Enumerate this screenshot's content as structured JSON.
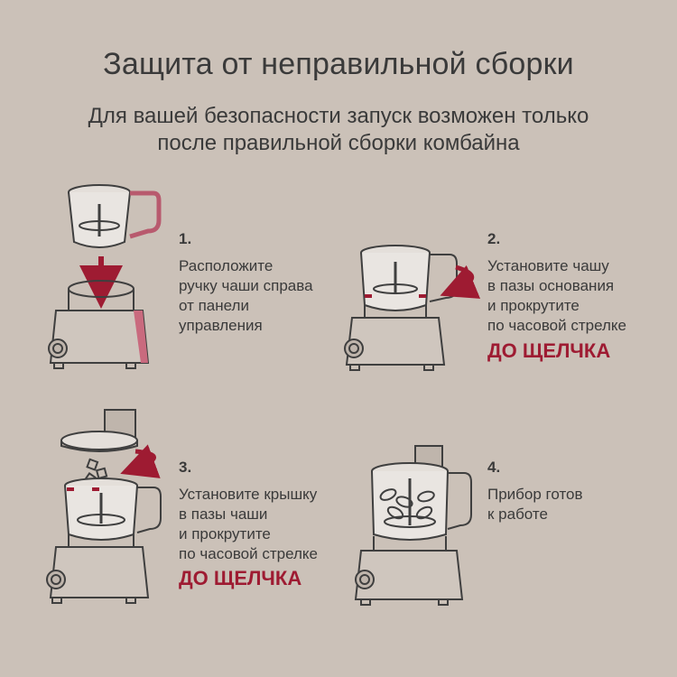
{
  "colors": {
    "background": "#cbc1b8",
    "accent": "#9e1b32",
    "line": "#3f3f3f",
    "handle": "#c96a7e"
  },
  "header": {
    "title": "Защита от неправильной сборки",
    "subtitle_lines": [
      "Для вашей безопасности запуск возможен только",
      "после правильной сборки комбайна"
    ]
  },
  "steps": [
    {
      "number": "1.",
      "lines": [
        "Расположите",
        "ручку чаши справа",
        "от панели",
        "управления"
      ],
      "emphasis": ""
    },
    {
      "number": "2.",
      "lines": [
        "Установите чашу",
        "в пазы основания",
        "и прокрутите",
        "по часовой стрелке"
      ],
      "emphasis": "ДО ЩЕЛЧКА"
    },
    {
      "number": "3.",
      "lines": [
        "Установите крышку",
        "в пазы чаши",
        "и прокрутите",
        "по часовой стрелке"
      ],
      "emphasis": "ДО ЩЕЛЧКА"
    },
    {
      "number": "4.",
      "lines": [
        "Прибор готов",
        "к работе"
      ],
      "emphasis": ""
    }
  ]
}
